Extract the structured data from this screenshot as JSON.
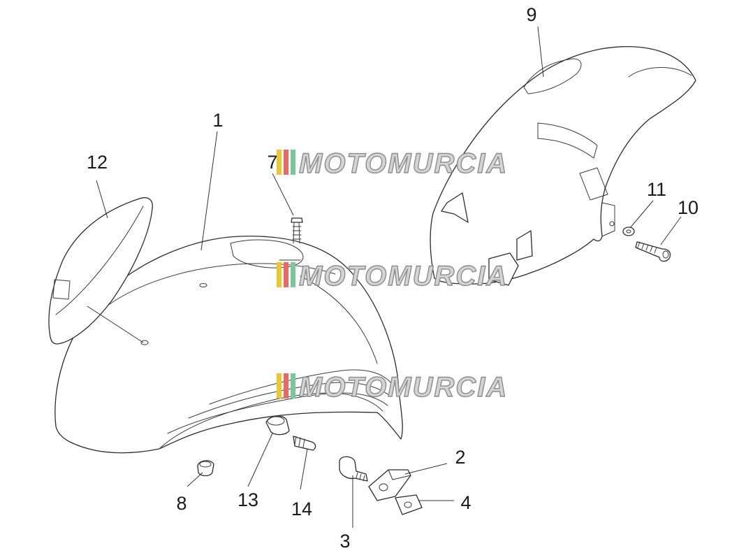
{
  "diagram": {
    "callouts": [
      "1",
      "2",
      "3",
      "4",
      "7",
      "8",
      "9",
      "10",
      "11",
      "12",
      "13",
      "14"
    ]
  },
  "watermark": {
    "text": "MOTOMURCIA",
    "stripe_colors": [
      "#e8c640",
      "#e36b6b",
      "#7fc59b"
    ]
  }
}
